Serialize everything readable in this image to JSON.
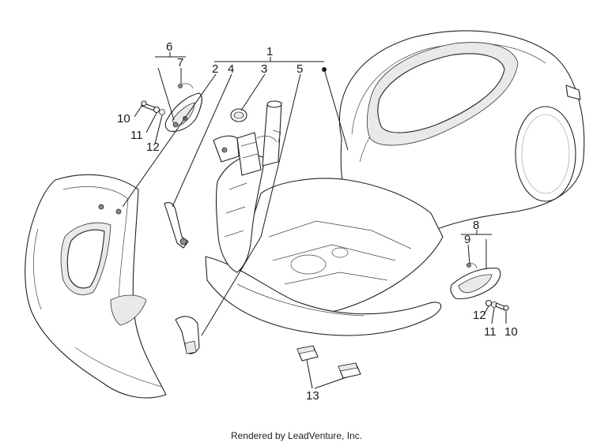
{
  "callouts": {
    "c1": "1",
    "c2": "2",
    "c3": "3",
    "c4": "4",
    "c5": "5",
    "c6": "6",
    "c7": "7",
    "c8": "8",
    "c9": "9",
    "c10a": "10",
    "c11a": "11",
    "c12a": "12",
    "c10b": "10",
    "c11b": "11",
    "c12b": "12",
    "c13": "13"
  },
  "footer": {
    "text": "Rendered by LeadVenture, Inc."
  }
}
